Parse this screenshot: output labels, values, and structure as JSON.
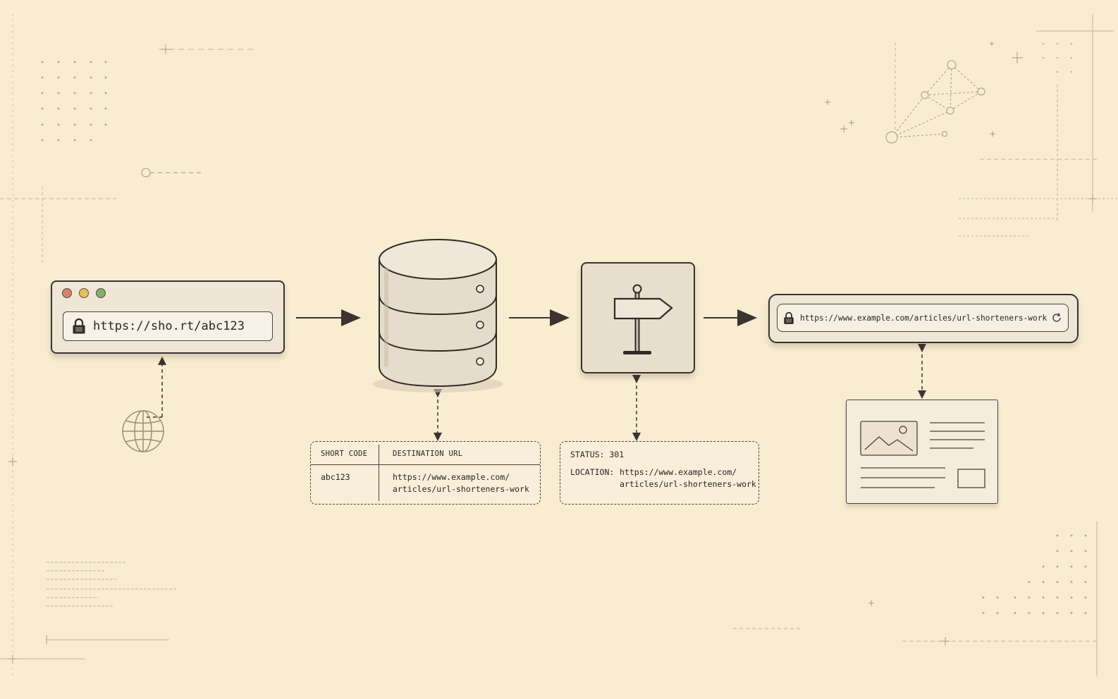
{
  "browser": {
    "dot_colors": [
      "#d9826b",
      "#e2c15a",
      "#7fb06b"
    ],
    "short_url": "https://sho.rt/abc123"
  },
  "database_table": {
    "headers": [
      "SHORT CODE",
      "DESTINATION URL"
    ],
    "row": {
      "code": "abc123",
      "url_line1": "https://www.example.com/",
      "url_line2": "articles/url-shorteners-work"
    }
  },
  "redirect_response": {
    "status_line": "STATUS: 301",
    "location_label": "LOCATION:",
    "location_line1": "https://www.example.com/",
    "location_line2": "articles/url-shorteners-work"
  },
  "destination": {
    "url": "https://www.example.com/articles/url-shorteners-work"
  },
  "icons": [
    "globe-icon",
    "lock-icon",
    "database-icon",
    "signpost-icon",
    "refresh-icon",
    "webpage-icon"
  ],
  "colors": {
    "ink": "#2b2622",
    "paper": "#f8ecd1"
  }
}
